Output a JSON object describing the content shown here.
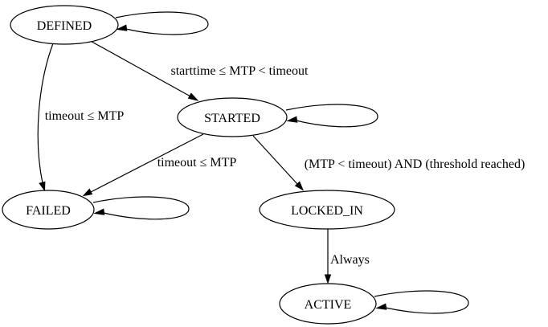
{
  "diagram": {
    "type": "state-machine",
    "background_color": "#ffffff",
    "stroke_color": "#000000",
    "text_color": "#000000",
    "node_fill_color": "#ffffff",
    "nodes": [
      {
        "id": "DEFINED",
        "label": "DEFINED",
        "self_loop": true
      },
      {
        "id": "STARTED",
        "label": "STARTED",
        "self_loop": true
      },
      {
        "id": "FAILED",
        "label": "FAILED",
        "self_loop": true
      },
      {
        "id": "LOCKED_IN",
        "label": "LOCKED_IN",
        "self_loop": false
      },
      {
        "id": "ACTIVE",
        "label": "ACTIVE",
        "self_loop": true
      }
    ],
    "edges": [
      {
        "from": "DEFINED",
        "to": "STARTED",
        "label": "starttime ≤ MTP < timeout"
      },
      {
        "from": "DEFINED",
        "to": "FAILED",
        "label": "timeout ≤ MTP"
      },
      {
        "from": "STARTED",
        "to": "FAILED",
        "label": "timeout ≤ MTP"
      },
      {
        "from": "STARTED",
        "to": "LOCKED_IN",
        "label": "(MTP < timeout) AND (threshold reached)"
      },
      {
        "from": "LOCKED_IN",
        "to": "ACTIVE",
        "label": "Always"
      }
    ]
  }
}
